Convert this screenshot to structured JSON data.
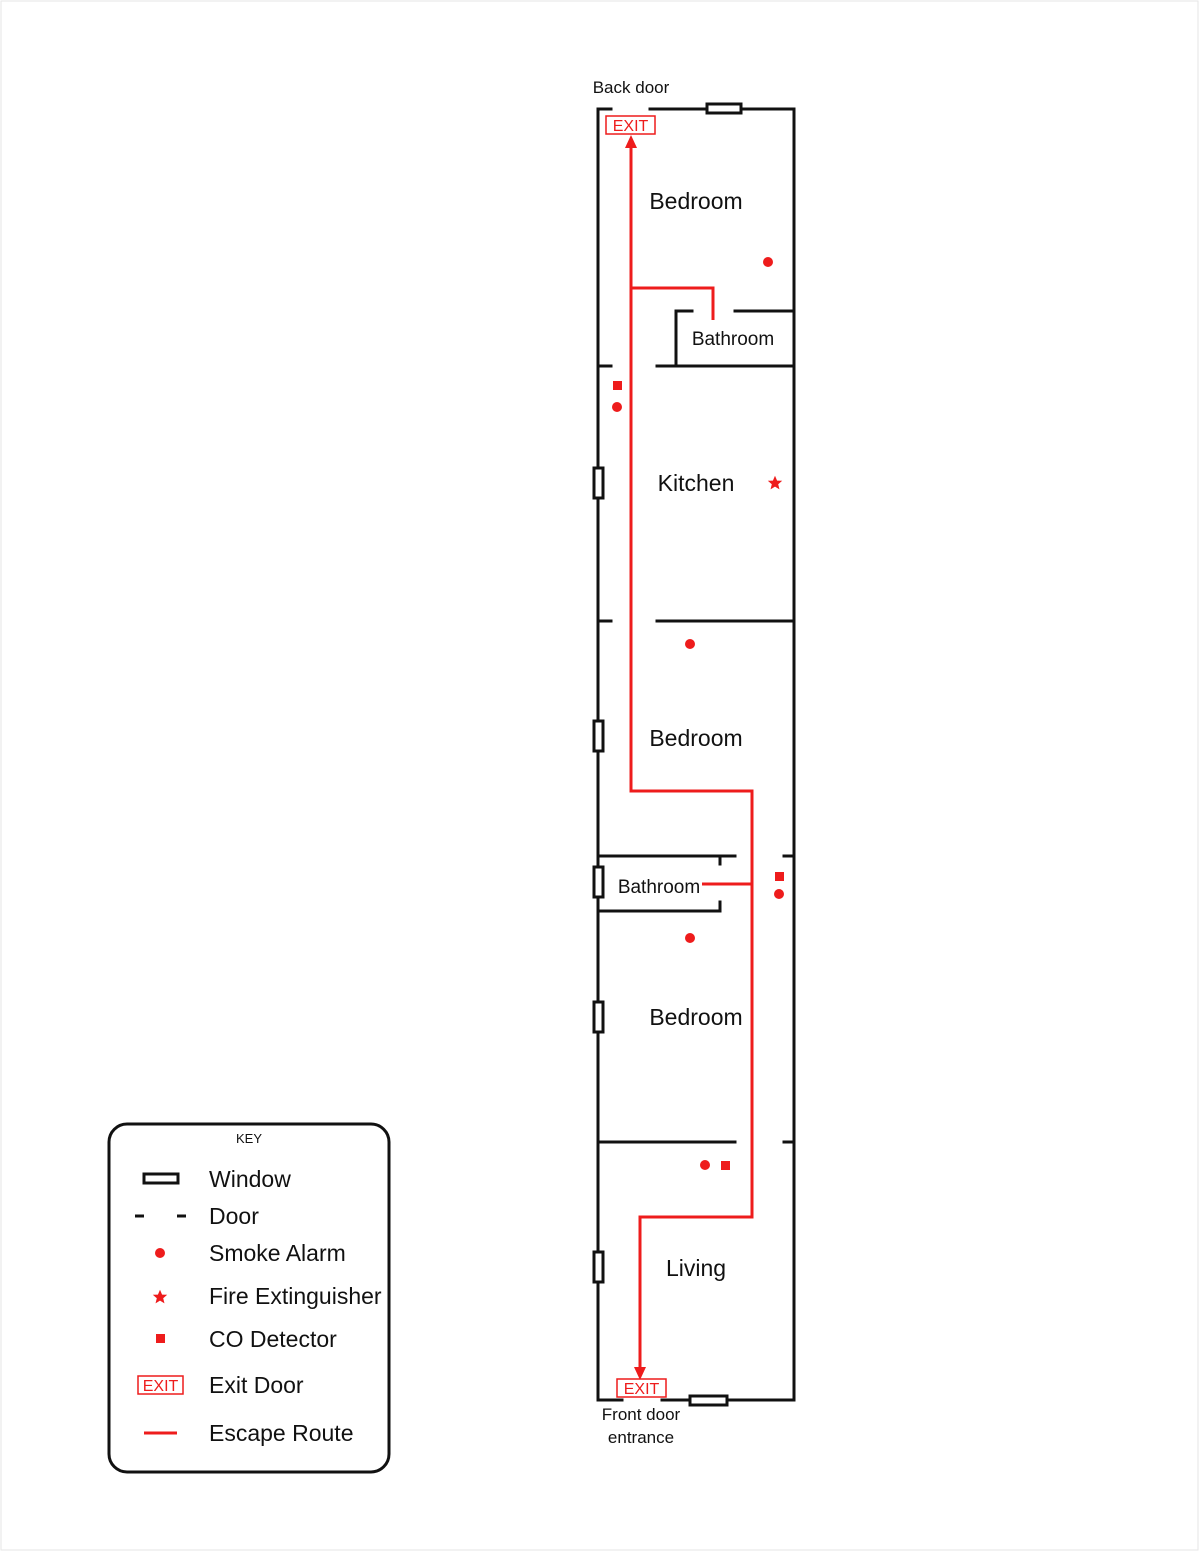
{
  "labels": {
    "back_door": "Back door",
    "front_door_line1": "Front door",
    "front_door_line2": "entrance",
    "exit": "EXIT"
  },
  "rooms": [
    "Bedroom",
    "Bathroom",
    "Kitchen",
    "Bedroom",
    "Bathroom",
    "Bedroom",
    "Living"
  ],
  "key": {
    "title": "KEY",
    "items": [
      "Window",
      "Door",
      "Smoke Alarm",
      "Fire Extinguisher",
      "CO Detector",
      "Exit Door",
      "Escape Route"
    ]
  },
  "colors": {
    "safety": "#ee1c1c",
    "wall": "#111111"
  }
}
